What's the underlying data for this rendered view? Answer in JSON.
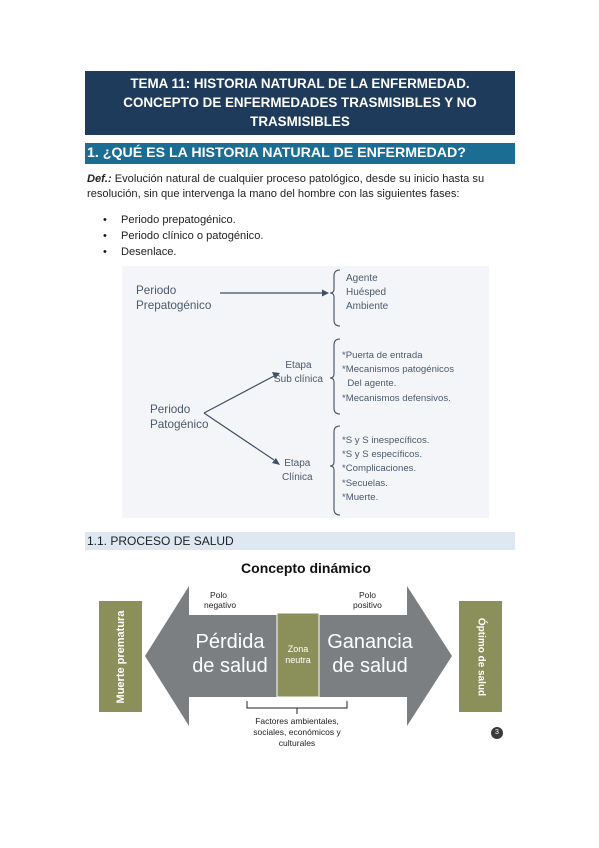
{
  "header": {
    "title_line1": "TEMA 11: HISTORIA NATURAL DE LA ENFERMEDAD.",
    "title_line2": "CONCEPTO DE ENFERMEDADES TRASMISIBLES Y NO",
    "title_line3": "TRASMISIBLES"
  },
  "section1": {
    "heading": "1. ¿QUÉ ES LA HISTORIA NATURAL DE ENFERMEDAD?",
    "def_label": "Def.:",
    "def_text": " Evolución natural de cualquier proceso patológico, desde su inicio hasta su resolución, sin que intervenga la mano del hombre con las siguientes fases:",
    "bullets": [
      "Periodo prepatogénico.",
      "Periodo clínico o patogénico.",
      "Desenlace."
    ]
  },
  "diagram1": {
    "prepatogenico": [
      "Periodo",
      "Prepatogénico"
    ],
    "prepat_items": [
      "Agente",
      "Huésped",
      "Ambiente"
    ],
    "patogenico": [
      "Periodo",
      "Patogénico"
    ],
    "subclinica": [
      "Etapa",
      "Sub clínica"
    ],
    "subclinica_items": [
      "*Puerta de entrada",
      "*Mecanismos patogénicos",
      "  Del agente.",
      "*Mecanismos defensivos."
    ],
    "clinica": [
      "Etapa",
      "Clínica"
    ],
    "clinica_items": [
      "*S y S inespecíficos.",
      "*S y S específicos.",
      "*Complicaciones.",
      "*Secuelas.",
      "*Muerte."
    ]
  },
  "section11": {
    "heading": "1.1. PROCESO DE SALUD"
  },
  "diagram2": {
    "title": "Concepto dinámico",
    "left_box": "Muerte prematura",
    "right_box": "Óptimo de salud",
    "polo_neg": [
      "Polo",
      "negativo"
    ],
    "polo_pos": [
      "Polo",
      "positivo"
    ],
    "perdida": [
      "Pérdida",
      "de salud"
    ],
    "ganancia": [
      "Ganancia",
      "de salud"
    ],
    "zona": [
      "Zona",
      "neutra"
    ],
    "factores": [
      "Factores ambientales,",
      "sociales, económicos y",
      "culturales"
    ],
    "page_badge": "3"
  }
}
